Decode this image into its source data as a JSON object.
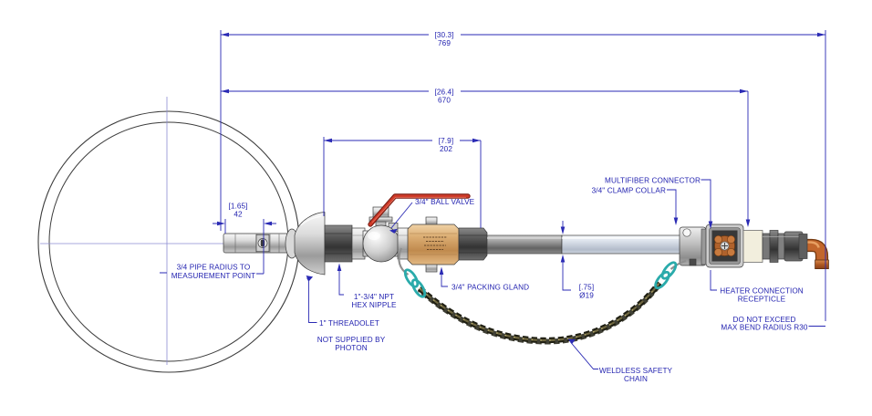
{
  "drawing_type": "technical-assembly-drawing",
  "colors": {
    "annotation_blue": "#2323b0",
    "line_color": "#3a3a3a",
    "valve_handle_red": "#cf3a28",
    "packing_gland_brass": "#d8a878",
    "copper_lead": "#c2662c",
    "quick_link_teal": "#2aabab",
    "chain_dark": "#1e1e12"
  },
  "dims": {
    "overall": {
      "in": "[30.3]",
      "mm": "769"
    },
    "to_receptacle": {
      "in": "[26.4]",
      "mm": "670"
    },
    "valve_section": {
      "in": "[7.9]",
      "mm": "202"
    },
    "probe_tip": {
      "in": "[1.65]",
      "mm": "42"
    },
    "tube_od": {
      "in": "[.75]",
      "mm": "Ø19"
    }
  },
  "labels": {
    "ball_valve": "3/4\" BALL VALVE",
    "multifiber_connector": "MULTIFIBER CONNECTOR",
    "clamp_collar": "3/4\" CLAMP COLLAR",
    "pipe_radius_line1": "3/4 PIPE RADIUS TO",
    "pipe_radius_line2": "MEASUREMENT POINT",
    "hex_nipple_line1": "1\"-3/4\" NPT",
    "hex_nipple_line2": "HEX NIPPLE",
    "threadolet": "1\" THREADOLET",
    "not_supplied_line1": "NOT SUPPLIED BY",
    "not_supplied_line2": "PHOTON",
    "packing_gland": "3/4\" PACKING GLAND",
    "chain_line1": "WELDLESS SAFETY",
    "chain_line2": "CHAIN",
    "heater_line1": "HEATER CONNECTION",
    "heater_line2": "RECEPTICLE",
    "bend_line1": "DO NOT EXCEED",
    "bend_line2": "MAX BEND RADIUS R30"
  }
}
